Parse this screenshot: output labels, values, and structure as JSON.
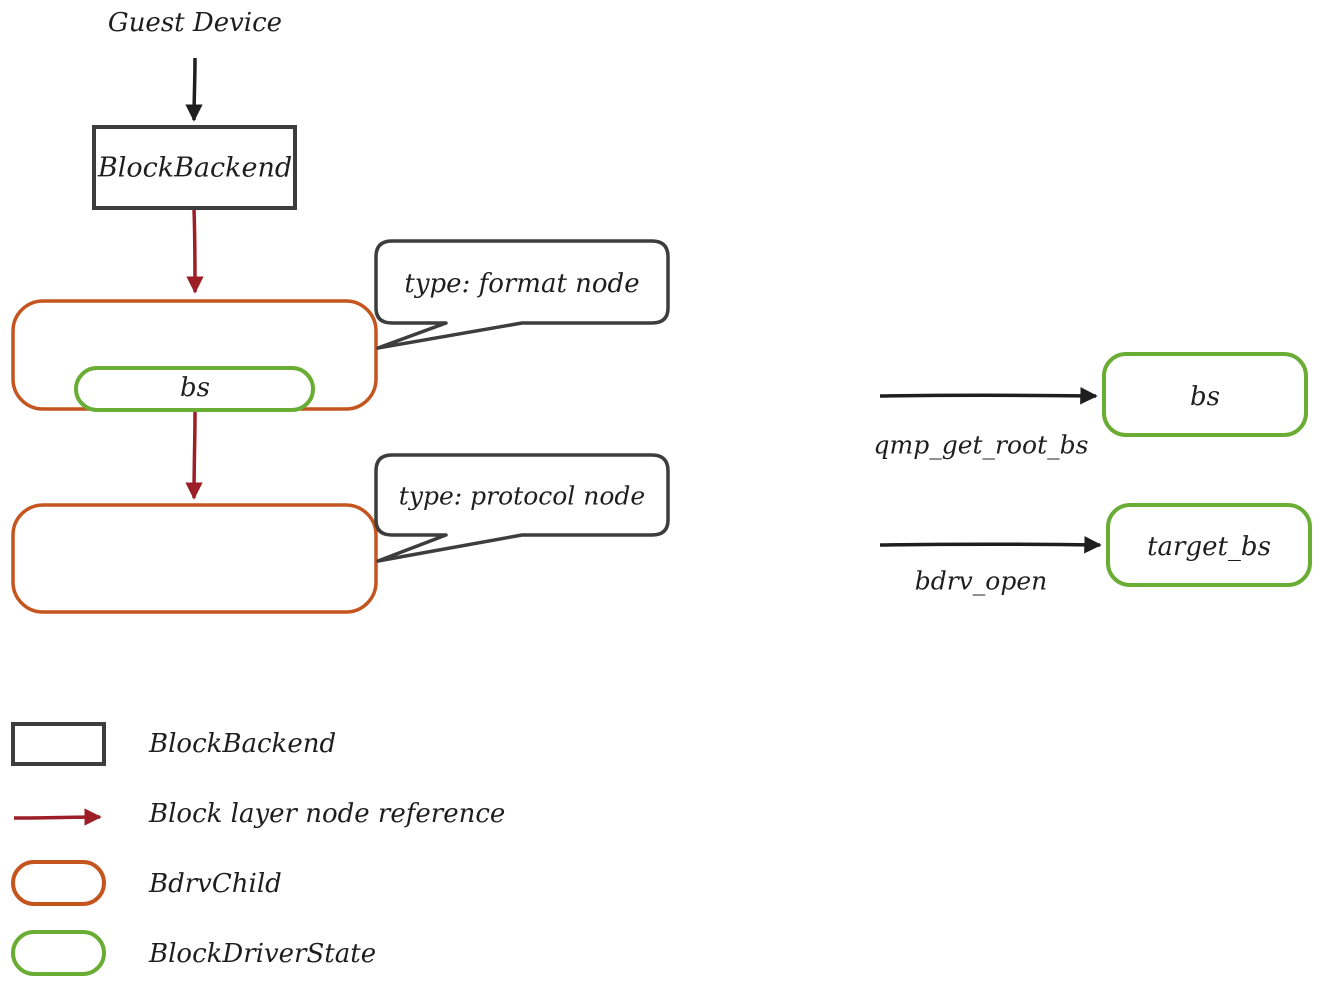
{
  "diagram": {
    "guest_device": "Guest Device",
    "block_backend_box": "BlockBackend",
    "format_node_bs": "bs",
    "callout_format": "type: format node",
    "callout_protocol": "type: protocol node",
    "root_bs": "bs",
    "root_arrow_label": "qmp_get_root_bs",
    "target_bs": "target_bs",
    "target_arrow_label": "bdrv_open"
  },
  "legend": {
    "items": [
      {
        "label": "BlockBackend"
      },
      {
        "label": "Block layer node reference"
      },
      {
        "label": "BdrvChild"
      },
      {
        "label": "BlockDriverState"
      }
    ]
  },
  "colors": {
    "ink": "#1e1e1e",
    "block_backend": "#3d3d3d",
    "node_reference": "#9c1f28",
    "bdrv_child": "#c4551f",
    "block_driver_state": "#6aad34"
  }
}
